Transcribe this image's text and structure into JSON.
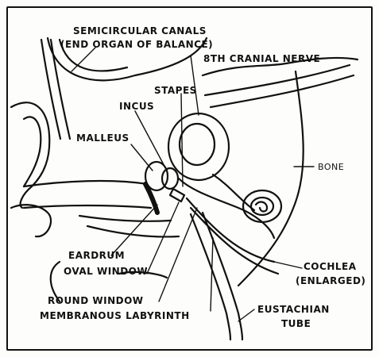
{
  "labels": {
    "semicircular_canals": "SEMICIRCULAR CANALS",
    "end_organ": "(END ORGAN OF BALANCE)",
    "cranial_nerve": "8TH CRANIAL NERVE",
    "stapes": "STAPES",
    "incus": "INCUS",
    "malleus": "MALLEUS",
    "bone": "BONE",
    "eardrum": "EARDRUM",
    "oval_window": "OVAL WINDOW",
    "cochlea": "COCHLEA",
    "enlarged": "(ENLARGED)",
    "round_window": "ROUND WINDOW",
    "membranous_labyrinth": "MEMBRANOUS LABYRINTH",
    "eustachian": "EUSTACHIAN",
    "tube": "TUBE"
  },
  "colors": {
    "ink": "#111111",
    "paper": "#fdfdfb"
  }
}
